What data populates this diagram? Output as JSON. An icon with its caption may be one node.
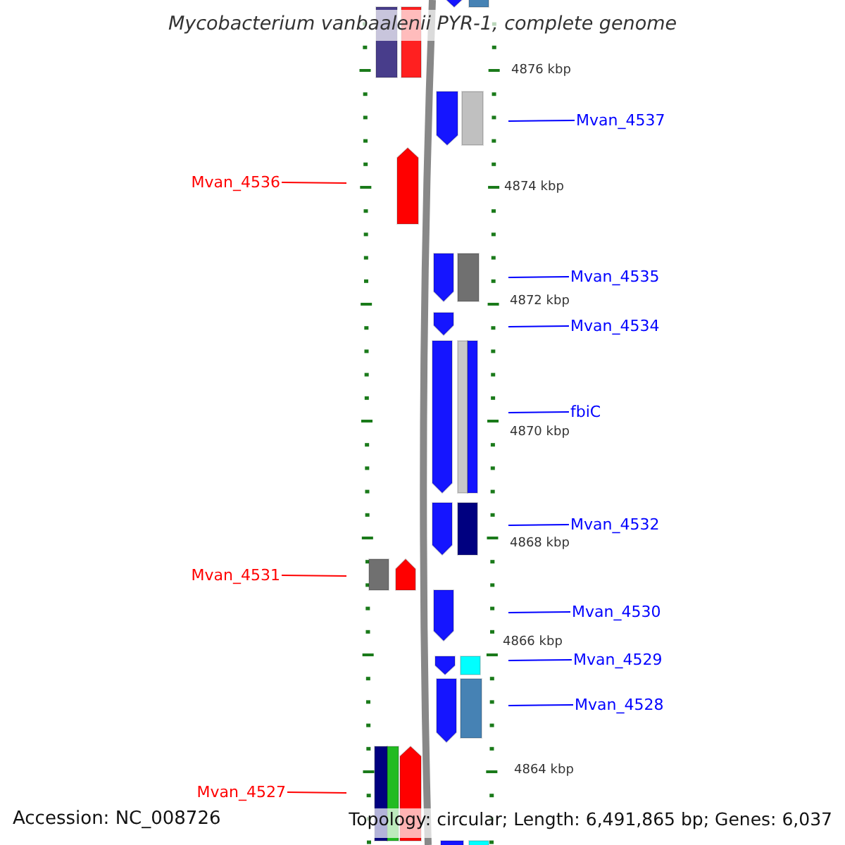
{
  "diagram": {
    "title": "Mycobacterium vanbaalenii PYR-1, complete genome",
    "nodes": [
      {
        "text": [
          "Mvan_4537"
        ]
      },
      {
        "text": [
          "Mvan_4536"
        ]
      },
      {
        "text": [
          "Mvan_4535"
        ]
      },
      {
        "text": [
          "Mvan_4534"
        ]
      },
      {
        "text": [
          "fbiC"
        ]
      },
      {
        "text": [
          "Mvan_4532"
        ]
      },
      {
        "text": [
          "Mvan_4531"
        ]
      },
      {
        "text": [
          "Mvan_4530"
        ]
      },
      {
        "text": [
          "Mvan_4529"
        ]
      },
      {
        "text": [
          "Mvan_4528"
        ]
      },
      {
        "text": [
          "Mvan_4527"
        ]
      }
    ],
    "edges": [
      {
        "from": 0,
        "to": null,
        "arrow": "none"
      },
      {
        "from": 1,
        "to": null,
        "arrow": "none",
        "color": "#ff0000"
      },
      {
        "from": 2,
        "to": null,
        "arrow": "none"
      },
      {
        "from": 3,
        "to": null,
        "arrow": "none"
      },
      {
        "from": 4,
        "to": null,
        "arrow": "none"
      },
      {
        "from": 5,
        "to": null,
        "arrow": "none"
      },
      {
        "from": 6,
        "to": null,
        "arrow": "none",
        "color": "#ff0000"
      },
      {
        "from": 7,
        "to": null,
        "arrow": "none"
      },
      {
        "from": 8,
        "to": null,
        "arrow": "none"
      },
      {
        "from": 9,
        "to": null,
        "arrow": "none"
      },
      {
        "from": 10,
        "to": null,
        "arrow": "none",
        "color": "#ff0000"
      }
    ],
    "labels": [
      "4876 kbp",
      "4874 kbp",
      "4872 kbp",
      "4870 kbp",
      "4868 kbp",
      "4866 kbp",
      "4864 kbp",
      "Accession: NC_008726",
      "Topology: circular; Length: 6,491,865 bp; Genes: 6,037"
    ]
  }
}
